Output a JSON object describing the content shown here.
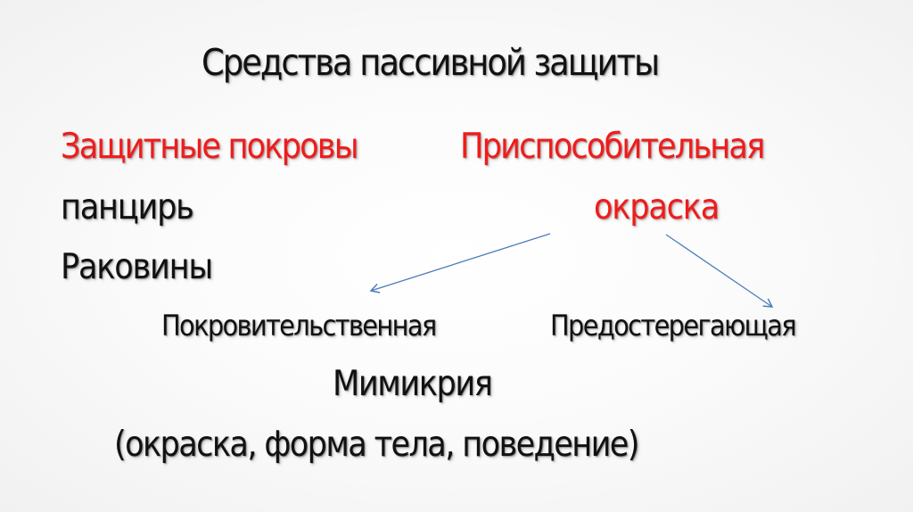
{
  "slide": {
    "title": "Средства пассивной защиты",
    "columns": [
      {
        "heading": "Защитные покровы",
        "heading_color": "#ee1c1c",
        "items": [
          "панцирь",
          "Раковины"
        ]
      },
      {
        "heading_lines": [
          "Приспособительная",
          "окраска"
        ],
        "heading_color": "#ee1c1c"
      }
    ],
    "subtypes": {
      "left": "Покровительственная",
      "right": "Предостерегающая"
    },
    "mimicry": {
      "label": "Мимикрия",
      "note": "(окраска, форма тела, поведение)"
    },
    "arrows": {
      "color": "#4a7ebb",
      "items": [
        {
          "from": "Приспособительная окраска",
          "to": "Покровительственная"
        },
        {
          "from": "Приспособительная окраска",
          "to": "Предостерегающая"
        }
      ]
    },
    "text_color": "#111111"
  }
}
